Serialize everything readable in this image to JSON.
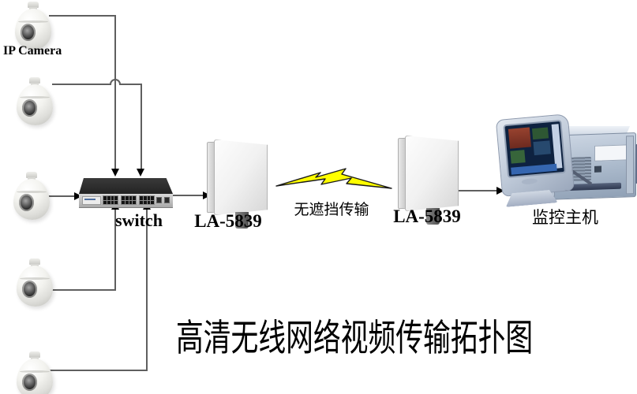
{
  "title": "高清无线网络视频传输拓扑图",
  "labels": {
    "ip_camera": "IP Camera",
    "switch": "switch",
    "antenna_left": "LA-5839",
    "antenna_right": "LA-5839",
    "wireless_link": "无遮挡传输",
    "monitor_host": "监控主机"
  },
  "topology": {
    "camera_count": 5,
    "connections": [
      "IP Camera x5 -> switch",
      "switch -> LA-5839 (left antenna)",
      "LA-5839 <-> LA-5839 wireless link (无遮挡传输)",
      "LA-5839 (right antenna) -> 监控主机"
    ]
  },
  "colors": {
    "background": "#ffffff",
    "cable_line": "#5f5f5f",
    "arrowhead": "#000000",
    "lightning_fill": "#ffff00",
    "lightning_outline": "#1a1a1a"
  }
}
